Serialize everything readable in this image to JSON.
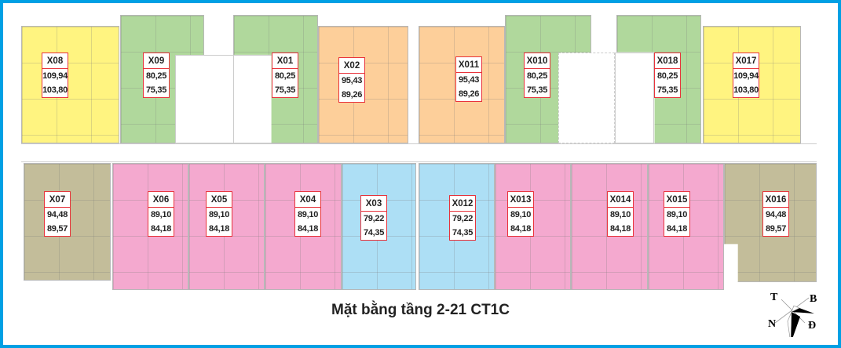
{
  "title": "Mặt bằng tầng 2-21 CT1C",
  "compass": {
    "top_left": "T",
    "top_right": "B",
    "bottom_left": "N",
    "bottom_right": "Đ"
  },
  "colors": {
    "border": "#00a0e4",
    "label_border": "#e8333b",
    "yellow": "#fff480",
    "green": "#b0d89c",
    "orange": "#fdcf9a",
    "pink": "#f4a9cf",
    "blue": "#addff5",
    "tan": "#c3bd9a"
  },
  "units": [
    {
      "name": "X08",
      "area1": "109,94",
      "area2": "103,80"
    },
    {
      "name": "X09",
      "area1": "80,25",
      "area2": "75,35"
    },
    {
      "name": "X01",
      "area1": "80,25",
      "area2": "75,35"
    },
    {
      "name": "X02",
      "area1": "95,43",
      "area2": "89,26"
    },
    {
      "name": "X011",
      "area1": "95,43",
      "area2": "89,26"
    },
    {
      "name": "X010",
      "area1": "80,25",
      "area2": "75,35"
    },
    {
      "name": "X018",
      "area1": "80,25",
      "area2": "75,35"
    },
    {
      "name": "X017",
      "area1": "109,94",
      "area2": "103,80"
    },
    {
      "name": "X07",
      "area1": "94,48",
      "area2": "89,57"
    },
    {
      "name": "X06",
      "area1": "89,10",
      "area2": "84,18"
    },
    {
      "name": "X05",
      "area1": "89,10",
      "area2": "84,18"
    },
    {
      "name": "X04",
      "area1": "89,10",
      "area2": "84,18"
    },
    {
      "name": "X03",
      "area1": "79,22",
      "area2": "74,35"
    },
    {
      "name": "X012",
      "area1": "79,22",
      "area2": "74,35"
    },
    {
      "name": "X013",
      "area1": "89,10",
      "area2": "84,18"
    },
    {
      "name": "X014",
      "area1": "89,10",
      "area2": "84,18"
    },
    {
      "name": "X015",
      "area1": "89,10",
      "area2": "84,18"
    },
    {
      "name": "X016",
      "area1": "94,48",
      "area2": "89,57"
    }
  ]
}
